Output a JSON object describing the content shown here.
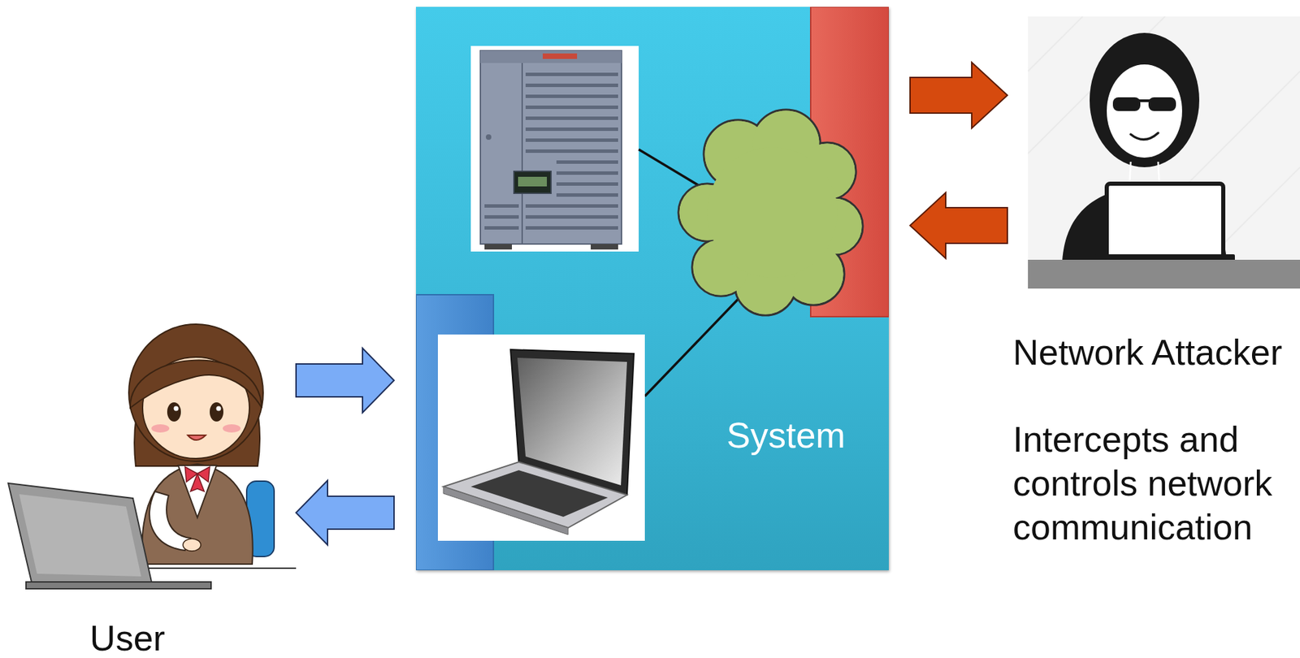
{
  "diagram": {
    "nodes": [
      {
        "text": [
          "System"
        ]
      },
      {
        "text": [
          "Network Attacker",
          "Intercepts and controls network communication"
        ]
      },
      {
        "text": [
          "User"
        ]
      }
    ],
    "edges": [
      {
        "from": 0,
        "to": 1,
        "arrow": "to"
      },
      {
        "from": 1,
        "to": 0,
        "arrow": "to"
      },
      {
        "from": 2,
        "to": 0,
        "arrow": "to"
      },
      {
        "from": 0,
        "to": 2,
        "arrow": "to"
      }
    ]
  }
}
